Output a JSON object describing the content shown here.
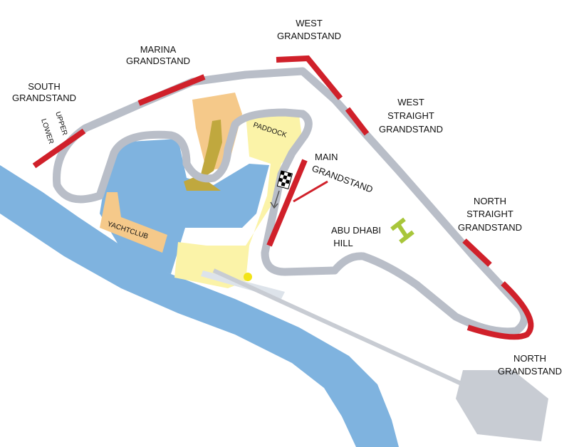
{
  "title": "Yas Marina Circuit map",
  "labels": {
    "south_grandstand": [
      "SOUTH",
      "GRANDSTAND"
    ],
    "marina_grandstand": [
      "MARINA",
      "GRANDSTAND"
    ],
    "west_grandstand": [
      "WEST",
      "GRANDSTAND"
    ],
    "west_straight_grandstand": [
      "WEST",
      "STRAIGHT",
      "GRANDSTAND"
    ],
    "main_grandstand": [
      "MAIN",
      "GRANDSTAND"
    ],
    "north_straight_grandstand": [
      "NORTH",
      "STRAIGHT",
      "GRANDSTAND"
    ],
    "north_grandstand": [
      "NORTH",
      "GRANDSTAND"
    ],
    "abu_dhabi_hill": [
      "ABU DHABI",
      "HILL"
    ],
    "paddock": "PADDOCK",
    "yachtclub": "YACHTCLUB",
    "upper": "UPPER",
    "lower": "LOWER"
  },
  "colors": {
    "track": "#b9bec8",
    "water": "#7fb3df",
    "grandstand": "#d0202a",
    "paddock": "#fbf3a8",
    "yachtclub": "#f5c98a",
    "hill": "#a8c63a"
  }
}
